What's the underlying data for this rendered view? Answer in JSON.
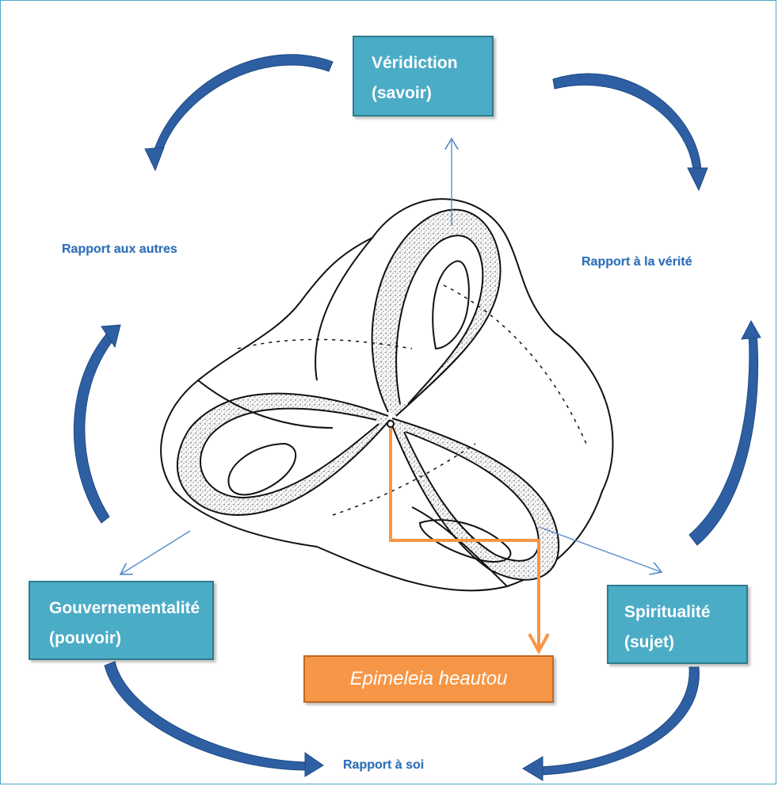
{
  "boxes": {
    "veridiction": {
      "line1": "Véridiction",
      "line2": "(savoir)"
    },
    "gouvernementalite": {
      "line1": "Gouvernementalité",
      "line2": "(pouvoir)"
    },
    "spiritualite": {
      "line1": "Spiritualité",
      "line2": "(sujet)"
    },
    "epimeleia": {
      "text": "Epimeleia heautou"
    }
  },
  "relations": {
    "autres": "Rapport aux autres",
    "verite": "Rapport à la vérité",
    "soi": "Rapport à soi"
  },
  "colors": {
    "teal_box": "#4bacc6",
    "orange_box": "#f79646",
    "arrow_blue": "#2e5fa3",
    "label_blue": "#2e6fb7"
  },
  "icons": [
    "curved-arrow-icon",
    "trefoil-knot-figure"
  ]
}
